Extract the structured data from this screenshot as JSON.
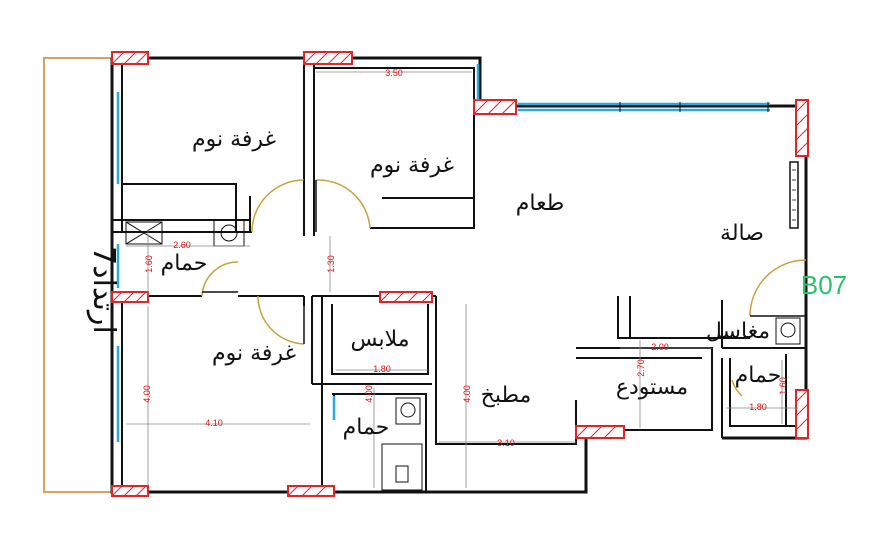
{
  "unit_code": "B07",
  "setback_label": "ارتداد7",
  "rooms": {
    "bedroom_top_left": "غرفة نوم",
    "bedroom_top_middle": "غرفة نوم",
    "bedroom_lower_left": "غرفة نوم",
    "dining": "طعام",
    "living": "صالة",
    "bath_left": "حمام",
    "bath_center": "حمام",
    "bath_right": "حمام",
    "dressing": "ملابس",
    "kitchen": "مطبخ",
    "storage": "مستودع",
    "laundry": "مغاسل"
  },
  "dimensions": {
    "bedroom_middle_width": "3.50",
    "bath_left_width": "2.60",
    "bath_left_depth": "1.60",
    "corridor": "1.30",
    "bedroom_lower_depth": "4.00",
    "bedroom_lower_width": "4.10",
    "dressing_width": "1.80",
    "bath_center_depth": "4.00",
    "kitchen_depth": "4.00",
    "kitchen_width": "3.10",
    "storage_width": "2.00",
    "storage_depth": "2.70",
    "bath_right_width": "1.80",
    "bath_right_depth": "1.60"
  },
  "colors": {
    "wall": "#111111",
    "column": "#e0242a",
    "window": "#29a9e0",
    "door": "#c8a040",
    "dimension": "#d11111",
    "unit_code": "#29c36a",
    "terrace": "#d9a066"
  }
}
